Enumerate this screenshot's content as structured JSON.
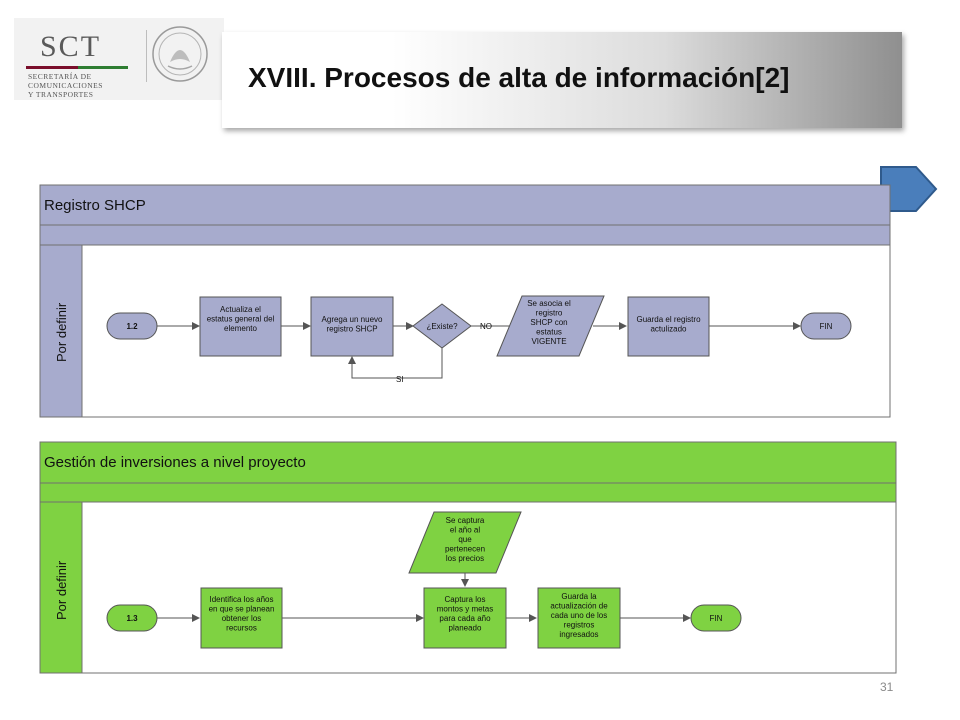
{
  "header": {
    "logo": {
      "acronym": "SCT",
      "lines": [
        "SECRETARÍA DE",
        "COMUNICACIONES",
        "Y TRANSPORTES"
      ],
      "seal_icon": "national-seal-icon"
    },
    "title": "XVIII. Procesos de alta de información[2]"
  },
  "nav_shape": {
    "icon": "pentagon-arrow-icon",
    "color": "#4a7ebb"
  },
  "diagram1": {
    "pool_title": "Registro SHCP",
    "lane_label": "Por definir",
    "fill": "#a7abcd",
    "nodes": {
      "start": "1.2",
      "update_status": "Actualiza el\nestatus general del\nelemento",
      "add_record": "Agrega un nuevo\nregistro SHCP",
      "decision": "¿Existe?",
      "associate": "Se asocia el\nregistro\nSHCP con\nestatus\nVIGENTE",
      "save": "Guarda el registro\nactulizado",
      "end": "FIN"
    },
    "edges": {
      "no": "NO",
      "yes": "SI"
    }
  },
  "diagram2": {
    "pool_title": "Gestión de inversiones a nivel proyecto",
    "lane_label": "Por definir",
    "fill": "#7fd242",
    "nodes": {
      "start": "1.3",
      "identify": "Identifica los años\nen que se planean\nobtener los\nrecursos",
      "input": "Se captura\nel año al\nque\npertenecen\nlos precios",
      "capture": "Captura los\nmontos y metas\npara cada año\nplaneado",
      "save": "Guarda la\nactualización de\ncada uno de los\nregistros\ningresados",
      "end": "FIN"
    }
  },
  "page_number": "31"
}
